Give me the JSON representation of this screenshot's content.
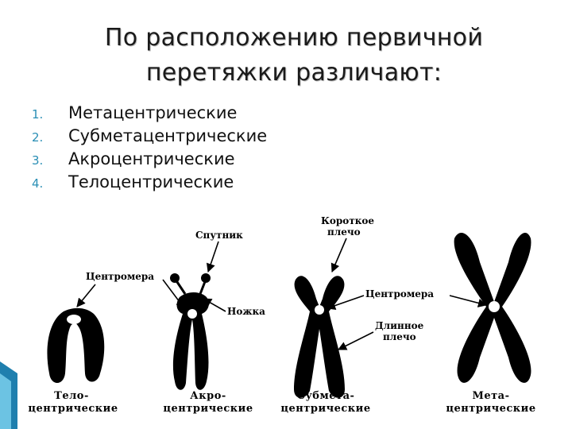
{
  "slide": {
    "title_line1": "По расположению первичной",
    "title_line2": "перетяжки различают:",
    "items": [
      {
        "num": "1.",
        "label": "Метацентрические"
      },
      {
        "num": "2.",
        "label": "Субметацентрические"
      },
      {
        "num": "3.",
        "label": "Акроцентрические"
      },
      {
        "num": "4.",
        "label": "Телоцентрические"
      }
    ]
  },
  "diagram": {
    "labels": {
      "sputnik": "Спутник",
      "centromere_left": "Центромера",
      "nozhka": "Ножка",
      "short_arm_1": "Короткое",
      "short_arm_2": "плечо",
      "centromere_right": "Центромера",
      "long_arm_1": "Длинное",
      "long_arm_2": "плечо"
    },
    "captions": [
      {
        "line1": "Тело-",
        "line2": "центрические"
      },
      {
        "line1": "Акро-",
        "line2": "центрические"
      },
      {
        "line1": "Субмета-",
        "line2": "центрические"
      },
      {
        "line1": "Мета-",
        "line2": "центрические"
      }
    ]
  },
  "colors": {
    "accent": "#2a8fb5",
    "ink": "#000000"
  }
}
